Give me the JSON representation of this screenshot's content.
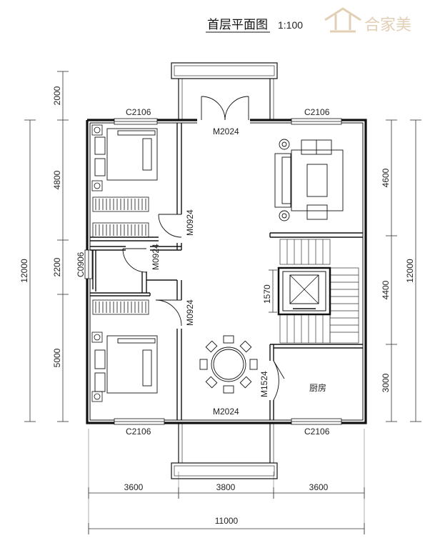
{
  "title": {
    "name": "首层平面图",
    "scale": "1:100"
  },
  "logo": {
    "text": "合家美",
    "color": "#e2cfb6"
  },
  "labels": {
    "window_top_left": "C2106",
    "window_top_right": "C2106",
    "window_bottom_left": "C2106",
    "window_bottom_right": "C2106",
    "window_side": "C0906",
    "door_front": "M2024",
    "door_back": "M2024",
    "door_bed1": "M0924",
    "door_bath": "M0924",
    "door_bed2": "M0924",
    "door_kitchen": "M1524",
    "elevator_dim": "1570",
    "kitchen": "厨房"
  },
  "dimensions": {
    "left_segments": [
      "2000",
      "4800",
      "2200",
      "5000"
    ],
    "left_total": "12000",
    "right_segments": [
      "4600",
      "4400",
      "3000"
    ],
    "right_total": "12000",
    "bottom_segments": [
      "3600",
      "3800",
      "3600"
    ],
    "bottom_total": "11000"
  }
}
